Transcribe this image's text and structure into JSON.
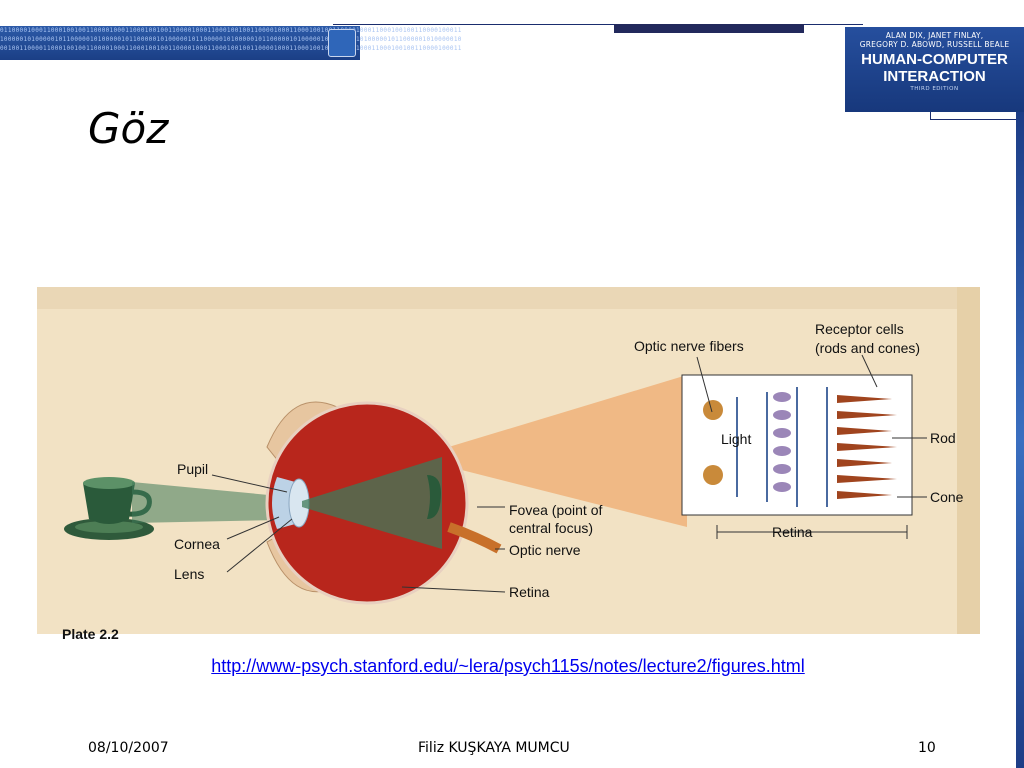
{
  "header": {
    "binary_rows": [
      "0110000100011000100100110000100011000100100110000100011000100100110000100011000100100110000100011000100100110000100011",
      "1000001010000010110000010100000101100000101000001011000001010000010110000010100000101100000101000001011000001010000010",
      "0010011000011000100100110000100011000100100110000100011000100100110000100011000100100110000100011000100100110000100011"
    ]
  },
  "book": {
    "authors_line1": "ALAN DIX, JANET FINLAY,",
    "authors_line2": "GREGORY D. ABOWD, RUSSELL BEALE",
    "title_line1": "HUMAN-COMPUTER",
    "title_line2": "INTERACTION",
    "edition": "THIRD EDITION"
  },
  "slide": {
    "title": "Göz",
    "source_link": "http://www-psych.stanford.edu/~lera/psych115s/notes/lecture2/figures.html"
  },
  "figure": {
    "labels": {
      "pupil": "Pupil",
      "cornea": "Cornea",
      "lens": "Lens",
      "fovea_line1": "Fovea (point of",
      "fovea_line2": "central focus)",
      "optic_nerve": "Optic nerve",
      "retina": "Retina",
      "optic_nerve_fibers": "Optic nerve fibers",
      "receptor_line1": "Receptor cells",
      "receptor_line2": "(rods and cones)",
      "light": "Light",
      "rod": "Rod",
      "cone": "Cone",
      "retina_detail": "Retina",
      "plate": "Plate 2.2"
    },
    "colors": {
      "paper": "#f2e2c4",
      "eyeball": "#b8261c",
      "light_beam": "#3f7a5a",
      "projection": "#f0b27a"
    }
  },
  "footer": {
    "date": "08/10/2007",
    "author": "Filiz KUŞKAYA MUMCU",
    "page": "10"
  }
}
